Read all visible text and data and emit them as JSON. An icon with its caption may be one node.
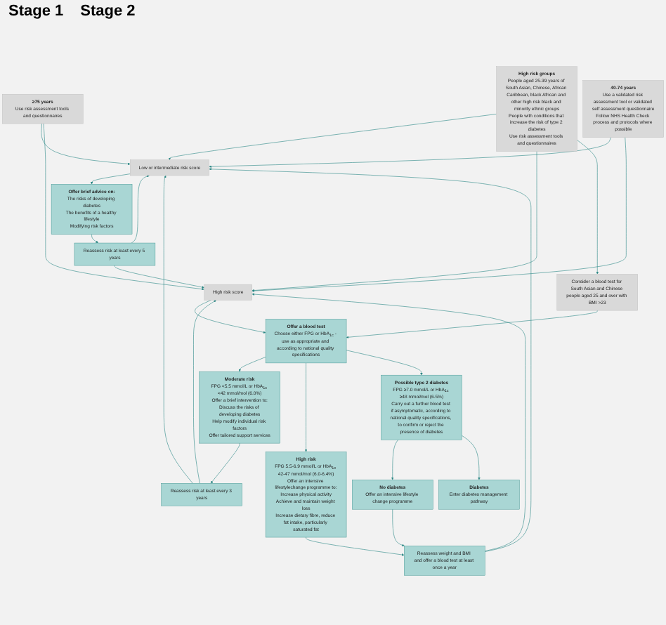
{
  "diagram": {
    "nodes": [
      {
        "text": [
          "≥75 years",
          "Use risk assessment tools and questionnaires"
        ]
      },
      {
        "text": [
          "40-74 years",
          "Use a validated risk assessment tool or validated self assessment questionnaire",
          "Follow NHS Health Check process and protocols where possible"
        ]
      },
      {
        "text": [
          "High risk groups",
          "People aged 25-39 years of South Asian, Chinese, African Caribbean, black African and other high risk black and minority ethnic groups",
          "People with conditions that increase the risk of type 2 diabetes",
          "Use risk assessment tools and questionnaires"
        ]
      },
      {
        "text": [
          "Consider a blood test for South Asian and Chinese people aged 25 and over with BMI >23"
        ]
      },
      {
        "text": [
          "Low or intermediate risk score"
        ]
      },
      {
        "text": [
          "High risk score"
        ]
      },
      {
        "text": [
          "Offer brief advice on:",
          "The risks of developing diabetes",
          "The benefits of a healthy lifestyle",
          "Modifying risk factors"
        ]
      },
      {
        "text": [
          "Reassess risk at least every 5 years"
        ]
      },
      {
        "text": [
          "Offer a blood test",
          "Choose either FPG or HbA$_{1c}$ - use as appropriate and according to national quality specifications"
        ]
      },
      {
        "text": [
          "Moderate risk",
          "FPG <5.5 mmol/L or HbA$_{1c}$ <42 mmol/mol (6.0%)",
          "Offer a brief intervention to:",
          "Discuss the risks of developing diabetes",
          "Help modify individual risk factors",
          "Offer tailored support services"
        ]
      },
      {
        "text": [
          "High risk",
          "FPG 5.5-6.9 mmol/L or HbA$_{1c}$ 42-47 mmol/mol (6.0-6.4%)",
          "Offer an intensive lifestylechange programme to:",
          "Increase physical activity",
          "Achieve and maintain weight loss",
          "Increase dietary fibre, reduce fat intake, particularly saturated fat"
        ]
      },
      {
        "text": [
          "Possible type 2 diabetes",
          "FPG ≥7.0 mmol/L or HbA$_{1c}$ ≥48 mmol/mol (6.5%)",
          "Carry out a further blood test if asymptomatic, according to national quality specifications, to confirm or reject the presence of diabetes"
        ]
      },
      {
        "text": [
          "Reassess risk at least every 3 years"
        ]
      },
      {
        "text": [
          "Reassess weight and BMI and offer a blood test at least once a year"
        ]
      },
      {
        "text": [
          "No diabetes",
          "Offer an intensive lifestyle change programme"
        ]
      },
      {
        "text": [
          "Diabetes",
          "Enter diabetes management pathway"
        ]
      }
    ],
    "edges": [
      {
        "from": 0,
        "to": 4,
        "arrow": "to"
      },
      {
        "from": 0,
        "to": 5,
        "arrow": "to"
      },
      {
        "from": 1,
        "to": 4,
        "arrow": "to"
      },
      {
        "from": 1,
        "to": 5,
        "arrow": "to"
      },
      {
        "from": 2,
        "to": 4,
        "arrow": "to"
      },
      {
        "from": 2,
        "to": 5,
        "arrow": "to"
      },
      {
        "from": 2,
        "to": 3,
        "arrow": "to"
      },
      {
        "from": 4,
        "to": 6,
        "arrow": "to"
      },
      {
        "from": 5,
        "to": 8,
        "arrow": "to"
      },
      {
        "from": 3,
        "to": 8,
        "arrow": "to"
      },
      {
        "from": 6,
        "to": 7,
        "arrow": "to"
      },
      {
        "from": 8,
        "to": 9,
        "arrow": "to"
      },
      {
        "from": 8,
        "to": 10,
        "arrow": "to"
      },
      {
        "from": 8,
        "to": 11,
        "arrow": "to"
      },
      {
        "from": 9,
        "to": 12,
        "arrow": "to"
      },
      {
        "from": 10,
        "to": 13,
        "arrow": "to"
      },
      {
        "from": 11,
        "to": 14,
        "arrow": "to"
      },
      {
        "from": 11,
        "to": 15,
        "arrow": "to"
      },
      {
        "from": 14,
        "to": 13,
        "arrow": "to"
      },
      {
        "from": 7,
        "to": 4,
        "arrow": "to"
      },
      {
        "from": 7,
        "to": 5,
        "arrow": "to"
      },
      {
        "from": 12,
        "to": 4,
        "arrow": "to"
      },
      {
        "from": 12,
        "to": 5,
        "arrow": "to"
      },
      {
        "from": 13,
        "to": 4,
        "arrow": "to"
      },
      {
        "from": 13,
        "to": 5,
        "arrow": "to"
      }
    ],
    "labels": [
      "Stage 1",
      "Stage 2"
    ]
  }
}
